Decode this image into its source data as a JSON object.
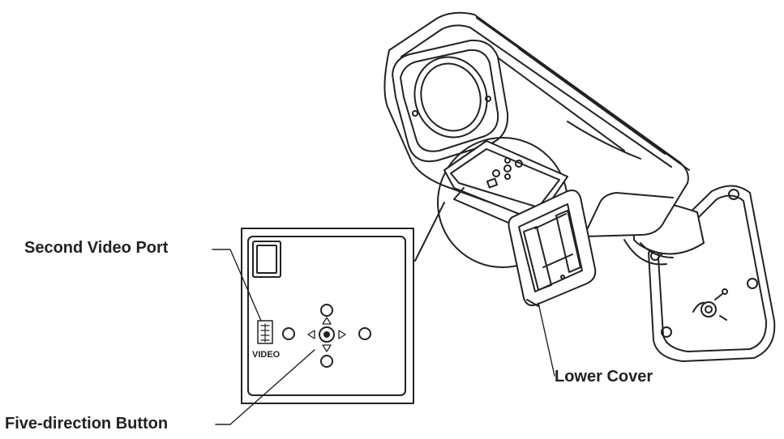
{
  "labels": {
    "second_video_port": "Second Video Port",
    "five_direction_button": "Five-direction Button",
    "lower_cover": "Lower Cover",
    "video_tag": "VIDEO"
  },
  "colors": {
    "stroke": "#222222",
    "background": "#ffffff"
  },
  "icons": {
    "arrow_up": "triangle-up",
    "arrow_down": "triangle-down",
    "arrow_left": "triangle-left",
    "arrow_right": "triangle-right"
  }
}
